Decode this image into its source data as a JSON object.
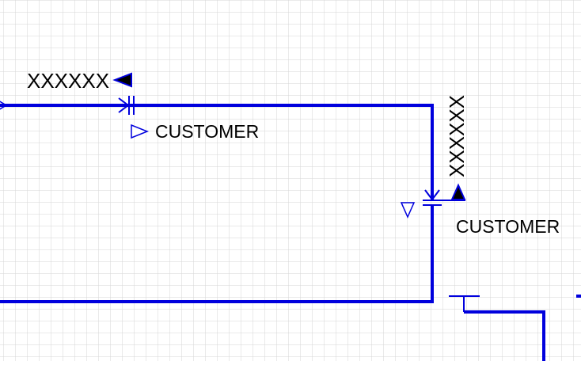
{
  "diagram": {
    "label_top": "XXXXXX",
    "label_vertical": "XXXXXX",
    "label_customer_1": "CUSTOMER",
    "label_customer_2": "CUSTOMER"
  },
  "colors": {
    "line": "#0000dd",
    "grid": "#d6d6d6",
    "background": "#ffffff",
    "text": "#000000"
  }
}
